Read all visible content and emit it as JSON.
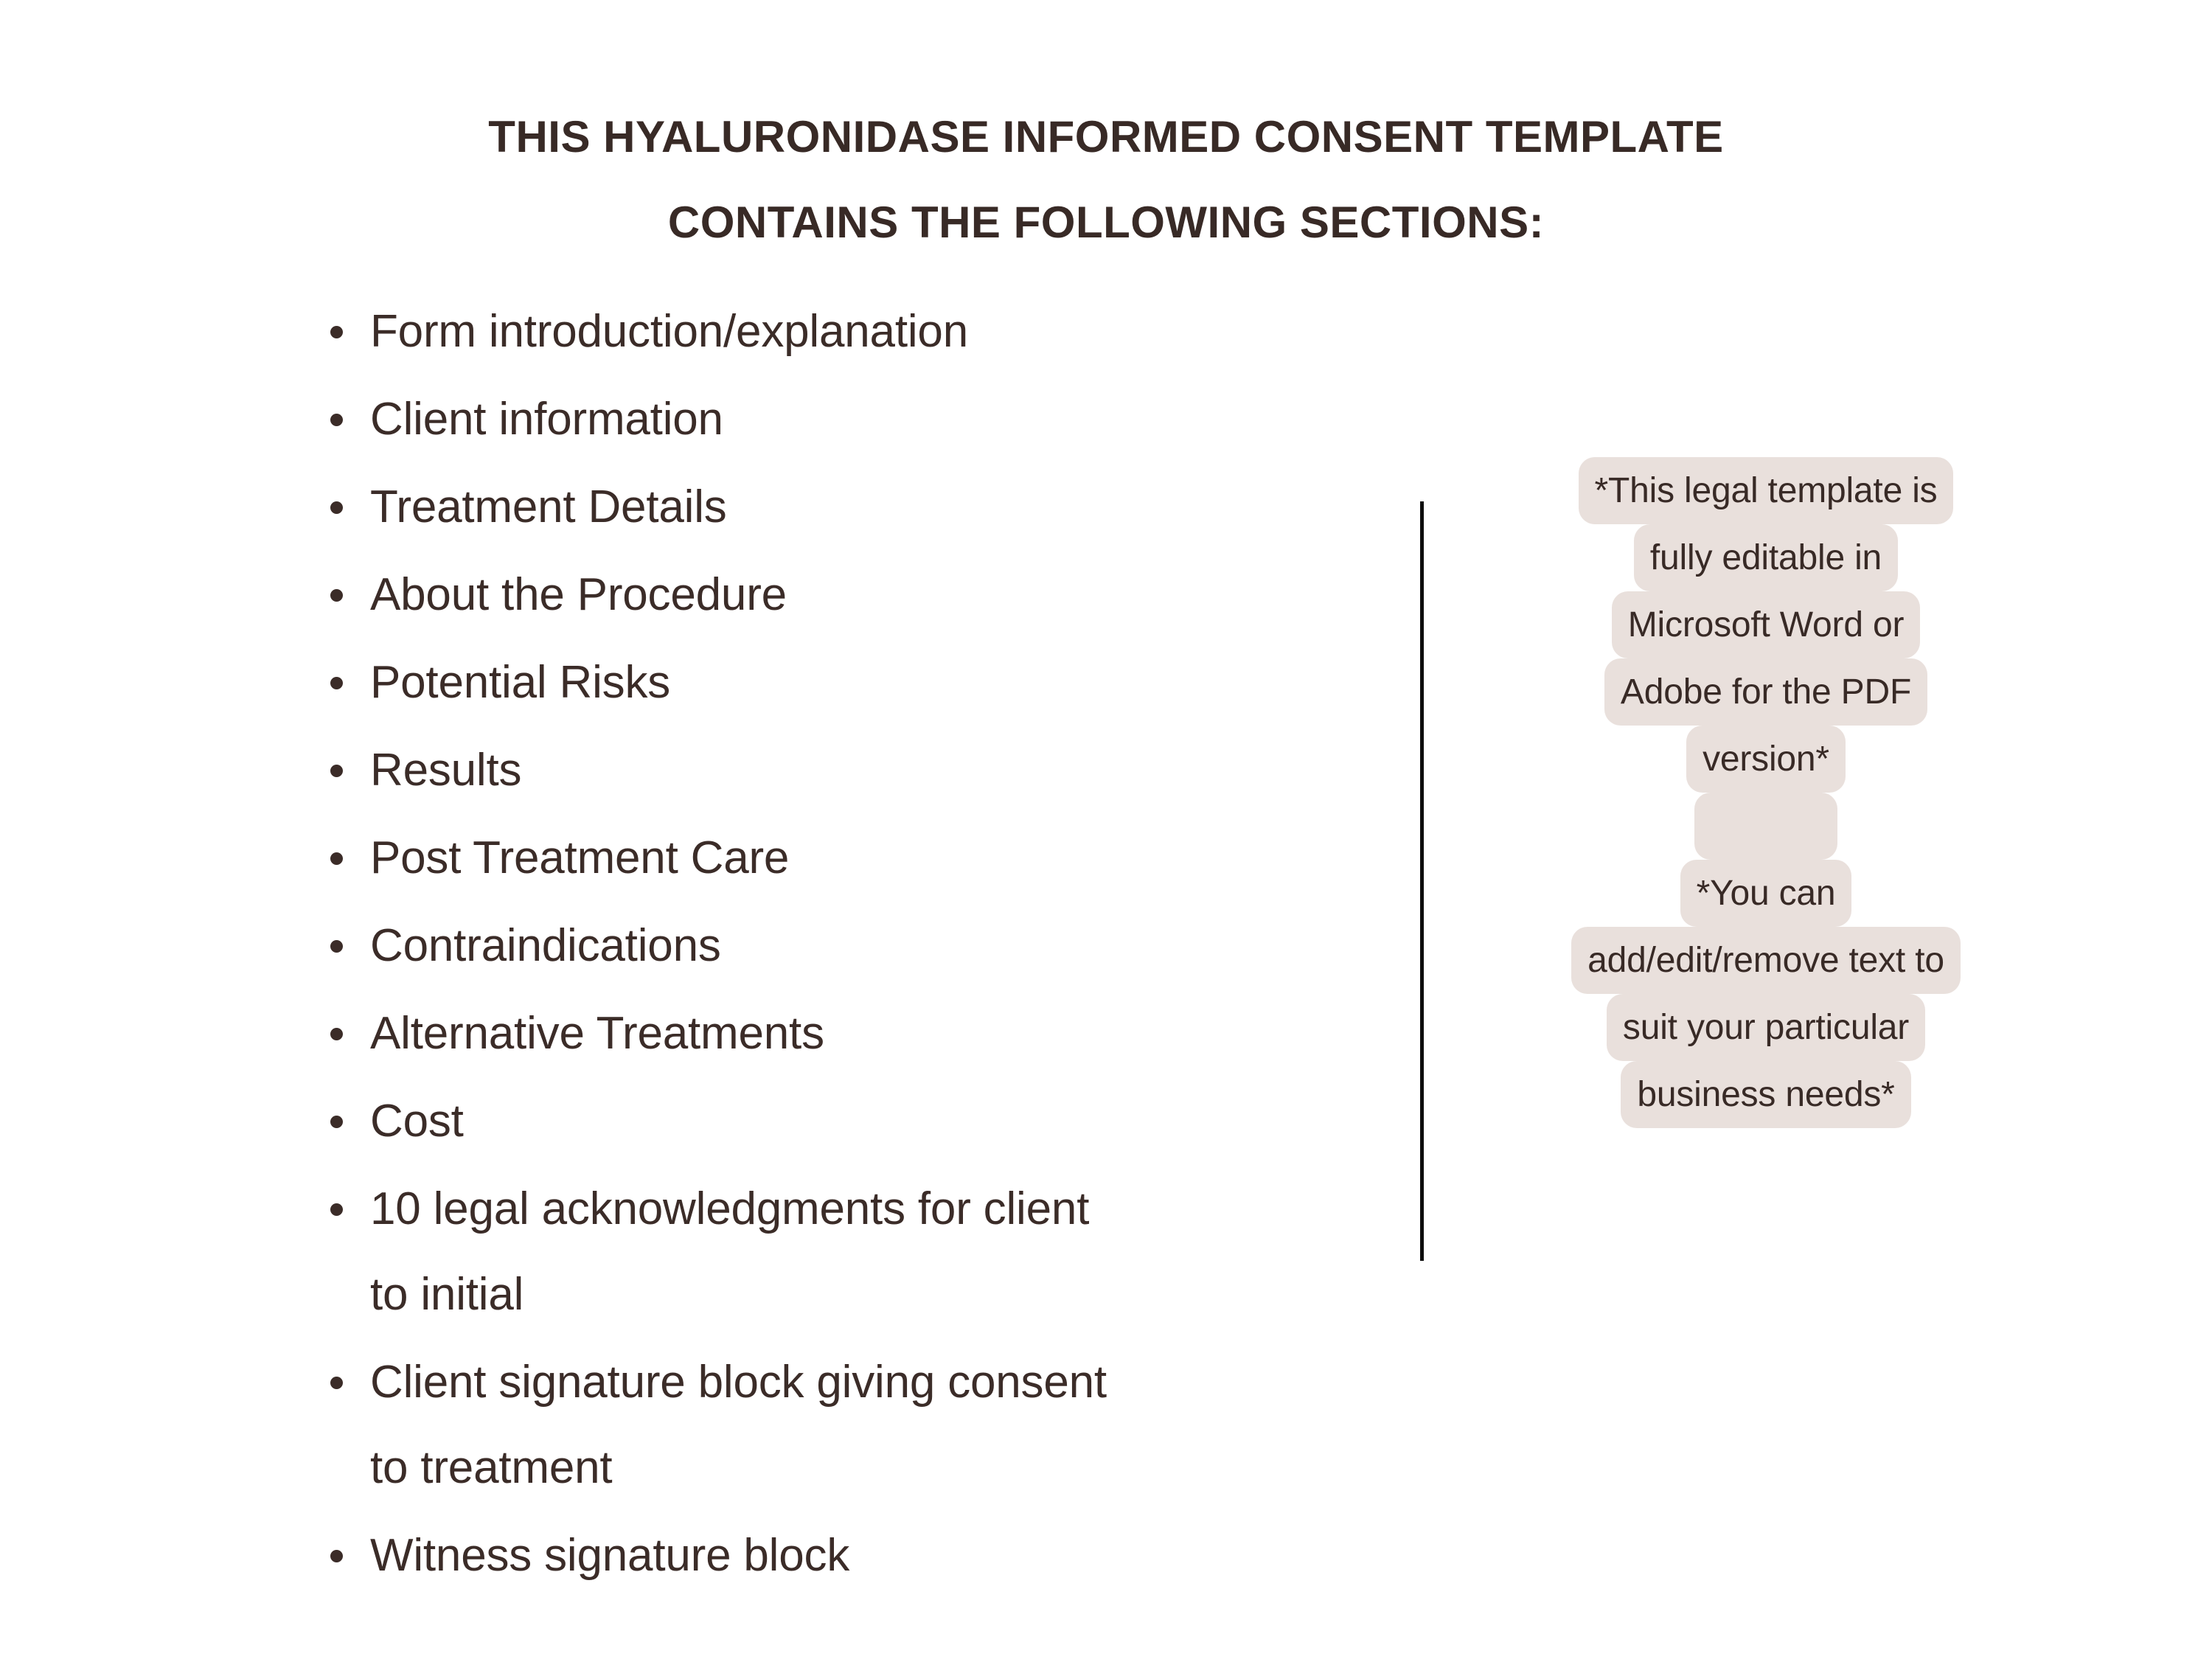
{
  "page": {
    "background_color": "#ffffff",
    "text_color": "#3B2C28",
    "highlight_color": "#E9E0DC",
    "divider_color": "#0d0d0d"
  },
  "title": {
    "line1": "THIS HYALURONIDASE INFORMED CONSENT TEMPLATE",
    "line2": "CONTAINS THE FOLLOWING SECTIONS:"
  },
  "sections": {
    "items": [
      {
        "text": "Form introduction/explanation"
      },
      {
        "text": "Client information"
      },
      {
        "text": "Treatment Details"
      },
      {
        "text": "About the Procedure"
      },
      {
        "text": "Potential Risks"
      },
      {
        "text": "Results"
      },
      {
        "text": "Post Treatment Care"
      },
      {
        "text": "Contraindications"
      },
      {
        "text": "Alternative Treatments"
      },
      {
        "text": "Cost"
      },
      {
        "text": "10 legal acknowledgments for client",
        "text2": "to initial"
      },
      {
        "text": "Client signature block giving consent",
        "text2": "to treatment"
      },
      {
        "text": "Witness signature block"
      }
    ]
  },
  "callout": {
    "lines": [
      "*This legal template is",
      "fully editable in",
      "Microsoft Word or",
      "Adobe for the PDF",
      "version*",
      "",
      "*You can",
      "add/edit/remove text to",
      "suit your particular",
      "business needs*"
    ]
  }
}
